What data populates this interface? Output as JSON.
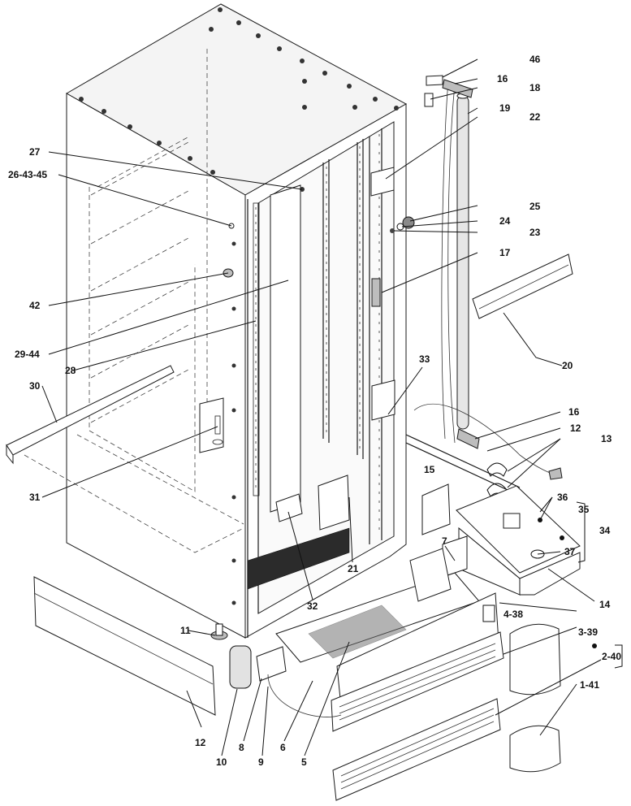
{
  "callouts": {
    "c46": "46",
    "c16a": "16",
    "c18": "18",
    "c19": "19",
    "c22": "22",
    "c27": "27",
    "c26_43_45": "26-43-45",
    "c25": "25",
    "c24": "24",
    "c23": "23",
    "c17": "17",
    "c42": "42",
    "c29_44": "29-44",
    "c28": "28",
    "c20": "20",
    "c33": "33",
    "c30": "30",
    "c16b": "16",
    "c12a": "12",
    "c13": "13",
    "c15": "15",
    "c31": "31",
    "c36": "36",
    "c35": "35",
    "c34": "34",
    "c37": "37",
    "c7": "7",
    "c21": "21",
    "c32": "32",
    "c14": "14",
    "c4_38": "4-38",
    "c3_39": "3-39",
    "c2_40": "2-40",
    "c1_41": "1-41",
    "c11": "11",
    "c12b": "12",
    "c10": "10",
    "c8": "8",
    "c9": "9",
    "c6": "6",
    "c5": "5"
  },
  "colors": {
    "line": "#1a1a1a",
    "panel_fill": "#f4f4f4",
    "grille_fill": "#2b2b2b",
    "background": "#ffffff"
  }
}
